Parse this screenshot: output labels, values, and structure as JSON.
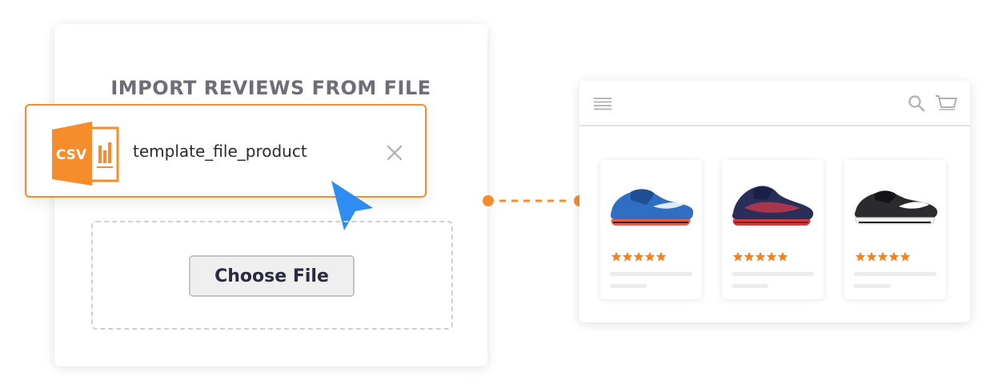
{
  "import_panel": {
    "title": "IMPORT REVIEWS FROM FILE",
    "file": {
      "icon": "csv-file-icon",
      "icon_label": "CSV",
      "name": "template_file_product",
      "remove_icon": "close-icon"
    },
    "choose_file_label": "Choose File"
  },
  "store_preview": {
    "header_icons": [
      "menu-icon",
      "search-icon",
      "cart-icon"
    ],
    "products": [
      {
        "image": "blue-running-shoe",
        "rating": 5
      },
      {
        "image": "navy-red-basketball-shoe",
        "rating": 5
      },
      {
        "image": "black-running-shoe",
        "rating": 5
      }
    ]
  },
  "colors": {
    "accent": "#f58d2c",
    "cursor": "#2f8cf0",
    "title": "#6e6e78",
    "star": "#f5821f"
  }
}
